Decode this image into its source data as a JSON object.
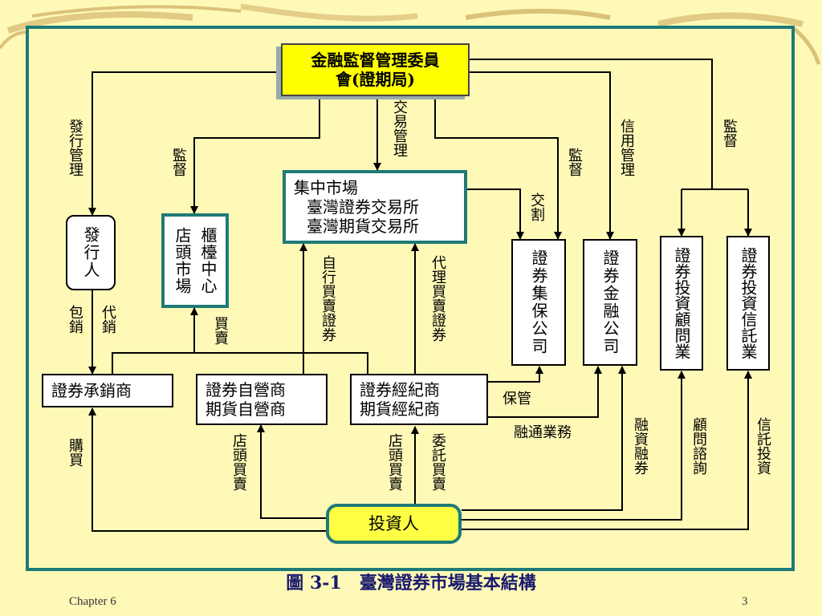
{
  "colors": {
    "background": "#FFF9B8",
    "frame": "#1E7A78",
    "highlight_box": "#FFFF00",
    "investor_box": "#FFFF44",
    "caption": "#1A1A6E"
  },
  "diagram": {
    "nodes": {
      "regulator": {
        "line1": "金融監督管理委員",
        "line2": "會(證期局)"
      },
      "central_market": {
        "line1": "集中市場",
        "line2": "臺灣證券交易所",
        "line3": "臺灣期貨交易所"
      },
      "issuer": "發行人",
      "otc_left": "店頭市場",
      "otc_right": "櫃檯中心",
      "depository": "證券集保公司",
      "finance_company": "證券金融公司",
      "advisory": "證券投資顧問業",
      "trust": "證券投資信託業",
      "underwriter": "證券承銷商",
      "dealer": {
        "line1": "證券自營商",
        "line2": "期貨自營商"
      },
      "broker": {
        "line1": "證券經紀商",
        "line2": "期貨經紀商"
      },
      "investor": "投資人"
    },
    "edge_labels": {
      "issue_mgmt": "發行管理",
      "supervise_otc": "監督",
      "trade_mgmt": "交易管理",
      "supervise_depository": "監督",
      "credit_mgmt": "信用管理",
      "supervise_funds": "監督",
      "settlement": "交割",
      "self_trade": "自行買賣證券",
      "agency_trade": "代理買賣證券",
      "underwrite": "包銷",
      "agency_sell": "代銷",
      "buy_sell": "買賣",
      "custody": "保管",
      "financing_business": "融通業務",
      "purchase": "購買",
      "otc_trade": "店頭買賣",
      "otc_trade_2": "店頭買賣",
      "entrusted_trade": "委託買賣",
      "margin": "融資融券",
      "consulting": "顧問諮詢",
      "trust_invest": "信託投資"
    }
  },
  "caption": "圖 3-1　臺灣證券市場基本結構",
  "footer": {
    "chapter": "Chapter 6",
    "page": "3"
  }
}
